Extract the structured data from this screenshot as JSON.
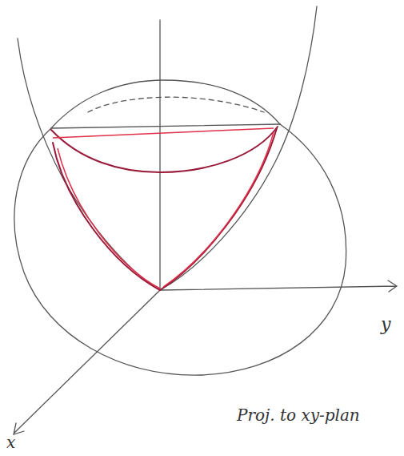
{
  "diagram": {
    "labels": [
      "y",
      "x",
      "Proj. to xy-plan"
    ]
  }
}
